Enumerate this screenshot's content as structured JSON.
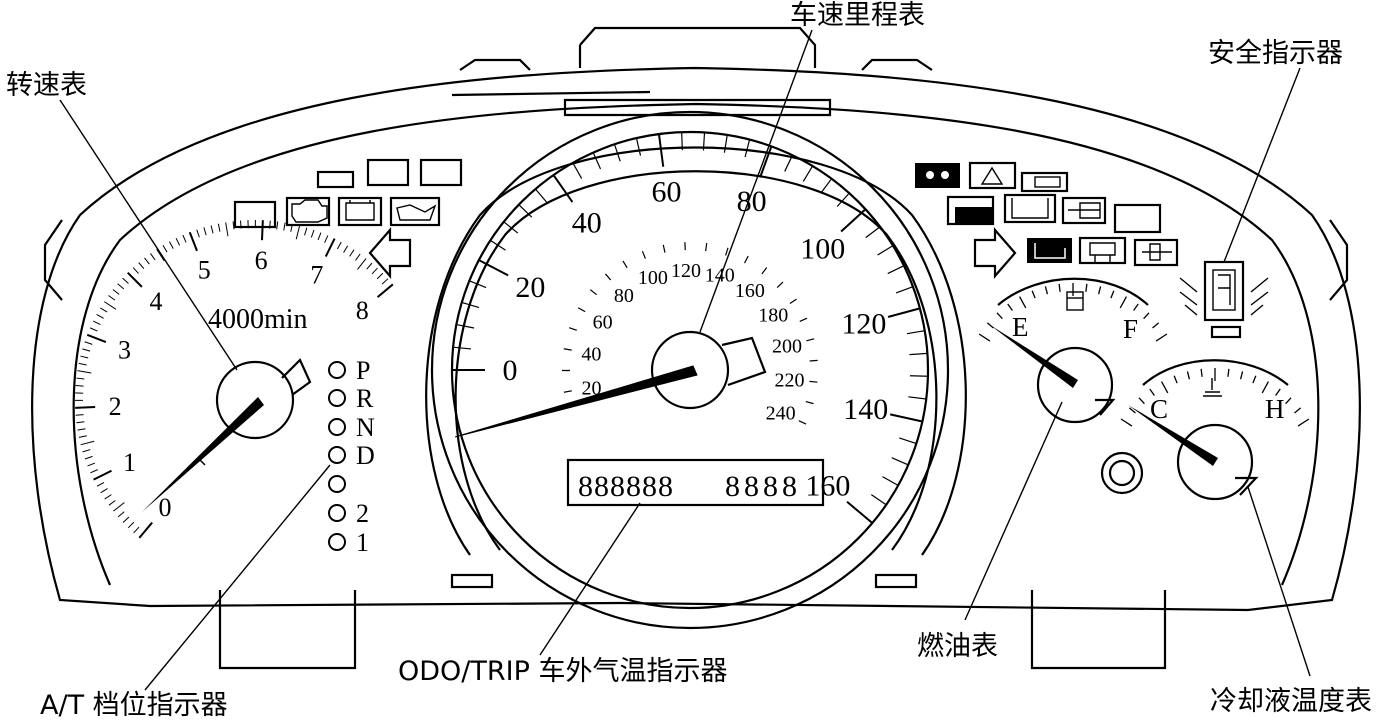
{
  "labels": {
    "tachometer": "转速表",
    "speedometer": "车速里程表",
    "safety_indicator": "安全指示器",
    "fuel_gauge": "燃油表",
    "coolant_gauge": "冷却液温度表",
    "odo_trip": "ODO/TRIP 车外气温指示器",
    "at_indicator": "A/T 档位指示器"
  },
  "tachometer": {
    "unit": "4000min",
    "ticks": [
      "0",
      "1",
      "2",
      "3",
      "4",
      "5",
      "6",
      "7",
      "8"
    ]
  },
  "speedometer": {
    "outer_ticks": [
      "0",
      "20",
      "40",
      "60",
      "80",
      "100",
      "120",
      "140",
      "160"
    ],
    "inner_ticks": [
      "20",
      "40",
      "60",
      "80",
      "100",
      "120",
      "140",
      "160",
      "180",
      "200",
      "220",
      "240"
    ]
  },
  "odometer": {
    "left": "888888",
    "right": "8888"
  },
  "gear_positions": [
    "P",
    "R",
    "N",
    "D",
    "",
    "2",
    "1"
  ],
  "fuel": {
    "empty": "E",
    "full": "F"
  },
  "coolant": {
    "cold": "C",
    "hot": "H"
  }
}
